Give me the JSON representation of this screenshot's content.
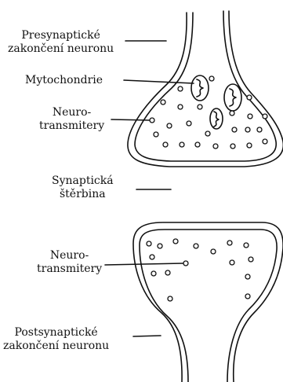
{
  "labels": {
    "presynaptic": {
      "line1": "Presynaptické",
      "line2": "zakončení neuronu"
    },
    "mitochondria": "Mytochondrie",
    "neurotransmitters_upper": {
      "line1": "Neuro-",
      "line2": "transmitery"
    },
    "synaptic_cleft": {
      "line1": "Synaptická",
      "line2": "štěrbina"
    },
    "neurotransmitters_lower": {
      "line1": "Neuro-",
      "line2": "transmitery"
    },
    "postsynaptic": {
      "line1": "Postsynaptické",
      "line2": "zakončení neuronu"
    }
  },
  "colors": {
    "ink": "#111111",
    "background": "#ffffff"
  }
}
